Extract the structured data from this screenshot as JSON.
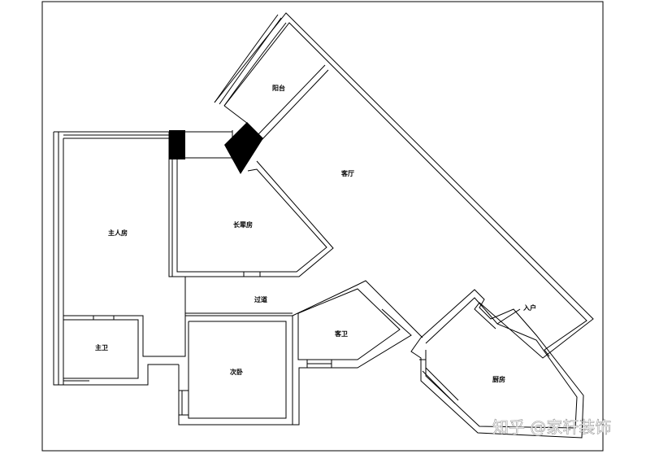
{
  "rooms": {
    "balcony": "阳台",
    "living_room": "客厅",
    "master_bedroom": "主人房",
    "long_room": "长辈房",
    "corridor": "过道",
    "guest_bath": "客卫",
    "entrance": "入户",
    "master_bath": "主卫",
    "second_bedroom": "次卧",
    "kitchen": "厨房"
  },
  "watermark": "知乎 @家轩装饰"
}
